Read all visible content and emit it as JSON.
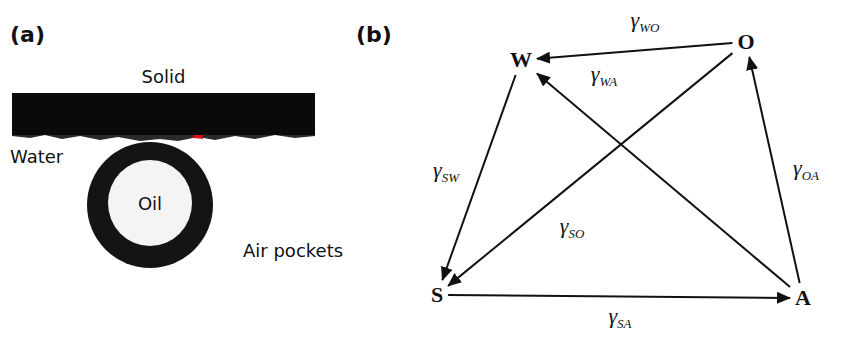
{
  "diagram": {
    "nodes": [
      {
        "text": [
          "Solid"
        ]
      },
      {
        "text": [
          "Oil"
        ]
      },
      {
        "text": [
          "W"
        ]
      },
      {
        "text": [
          "O"
        ]
      },
      {
        "text": [
          "S"
        ]
      },
      {
        "text": [
          "A"
        ]
      }
    ],
    "edges": [
      {
        "from": 3,
        "to": 2,
        "arrow": "to",
        "label": "γWO"
      },
      {
        "from": 2,
        "to": 4,
        "arrow": "to",
        "label": "γSW"
      },
      {
        "from": 4,
        "to": 5,
        "arrow": "to",
        "label": "γSA"
      },
      {
        "from": 5,
        "to": 3,
        "arrow": "to",
        "label": "γOA"
      },
      {
        "from": 5,
        "to": 2,
        "arrow": "to",
        "label": "γWA"
      },
      {
        "from": 3,
        "to": 4,
        "arrow": "to",
        "label": "γSO"
      }
    ],
    "labels": [
      "(a)",
      "(b)",
      "Water",
      "Air pockets"
    ]
  }
}
